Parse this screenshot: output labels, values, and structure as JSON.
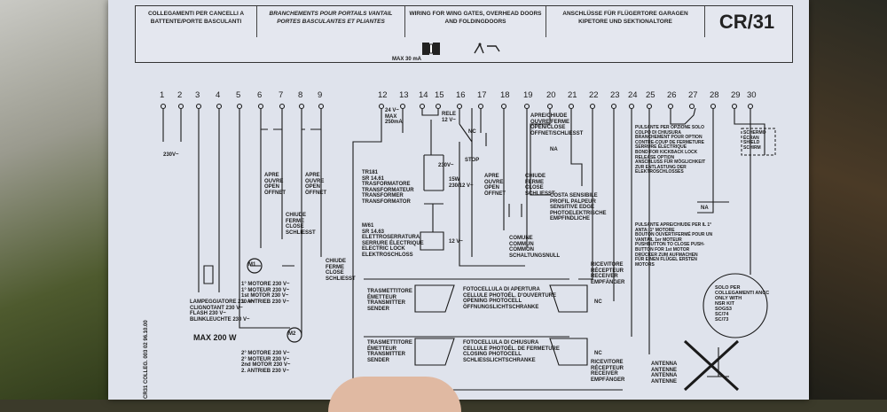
{
  "header": {
    "it": "COLLEGAMENTI PER CANCELLI A BATTENTE/PORTE BASCULANTI",
    "fr": "BRANCHEMENTS POUR PORTAILS VANTAIL PORTES BASCULANTES ET PLIANTES",
    "en": "WIRING FOR WING GATES, OVERHEAD DOORS AND FOLDINGDOORS",
    "de": "ANSCHLÜSSE FÜR FLÜGERTORE GARAGEN KIPETORE UND SEKTIONALTORE",
    "code": "CR/31"
  },
  "terminals": [
    "1",
    "2",
    "3",
    "4",
    "5",
    "6",
    "7",
    "8",
    "9",
    "12",
    "13",
    "14",
    "15",
    "16",
    "17",
    "18",
    "19",
    "20",
    "21",
    "22",
    "23",
    "24",
    "25",
    "26",
    "27",
    "28",
    "29",
    "30"
  ],
  "max_current": "MAX 30 mA",
  "labels": {
    "v230": "230V~",
    "lamp": "LAMPEGGIATORE 230 V~\nCLIGNOTANT 230 V~\nFLASH 230 V~\nBLINKLEUCHTE 230 V~",
    "max200": "MAX 200 W",
    "side": "CR31  COLLEG. 003 02    96.10.00",
    "apre1": "APRE\nOUVRE\nOPEN\nÖFFNET",
    "apre2": "APRE\nOUVRE\nOPEN\nÖFFNET",
    "chiude1": "CHIUDE\nFERME\nCLOSE\nSCHLIESST",
    "chiude2": "CHIUDE\nFERME\nCLOSE\nSCHLIESST",
    "motor1": "1° MOTORE 230 V~\n1° MOTEUR 230 V~\n1st MOTOR 230 V~\n1. ANTRIEB 230 V~",
    "motor2": "2° MOTORE 230 V~\n2° MOTEUR 230 V~\n2nd MOTOR 230 V~\n2. ANTRIEB 230 V~",
    "m1": "M1",
    "m2": "M2",
    "v24": "24 V~\nMAX\n250mA",
    "rele": "RELE\n12 V~",
    "v230b": "230V~",
    "w15": "15W\n230/12 V~",
    "trafo": "TR181\nSR 14.61\nTRASFORMATORE\nTRANSFORMATEUR\nTRANSFORMER\nTRANSFORMATOR",
    "lock": "M/61\nSR 14.63\nELETTROSERRATURA\nSERRURE ÉLECTRIQUE\nELECTRIC LOCK\nELEKTROSCHLOSS",
    "v12": "12 V~",
    "nc1": "NC",
    "stop": "STOP",
    "apre3": "APRE\nOUVRE\nOPEN\nÖFFNET",
    "chiude3": "CHIUDE\nFERME\nCLOSE\nSCHLIESST",
    "comune": "COMUNE\nCOMMUN\nCOMMON\nSCHALTUNGSNULL",
    "apre_chiude": "APRE/CHIUDE\nOUVRE/FERME\nOPEN/CLOSE\nÖFFNET/SCHLIESST",
    "na": "NA",
    "costa": "COSTA SENSIBILE\nPROFIL PALPEUR\nSENSITIVE EDGE\nPHOTOELEKTRISCHE\nEMPFINDLICHE",
    "ric1": "RICEVITORE\nRÉCEPTEUR\nRECEIVER\nEMPFÄNGER",
    "ric2": "RICEVITORE\nRÉCEPTEUR\nRECEIVER\nEMPFÄNGER",
    "tx1": "TRASMETTITORE\nÉMETTEUR\nTRANSMITTER\nSENDER",
    "tx2": "TRASMETTITORE\nÉMETTEUR\nTRANSMITTER\nSENDER",
    "foto1": "FOTOCELLULA DI APERTURA\nCELLULE PHOTOÉL. D'OUVERTURE\nOPENING PHOTOCELL\nÖFFNUNGSLICHTSCHRANKE",
    "foto2": "FOTOCELLULA DI CHIUSURA\nCELLULE PHOTOÉL. DE FERMETURE\nCLOSING PHOTOCELL\nSCHLIESSLICHTSCHRANKE",
    "nc2": "NC",
    "nc3": "NC",
    "pulsante": "PULSANTE PER OPZIONE SOLO\nCOLPO DI CHIUSURA\nBRANCHEMENT POUR OPTION\nCONTRE-COUP DE FERMETURE\nSERRURE ÉLECTRIQUE\nBOND FOR KICKBACK LOCK\nRELEASE OPTION\nANSCHLUSS FÜR MÖGLICHKEIT\nZUR ENTLASTUNG DER\nELEKTROSCHLOSSES",
    "na2": "NA",
    "schemo": "SCHERMO\nÉCRAN\nSHIELD\nSCHIRM",
    "pulsante2": "PULSANTE APRE/CHIUDE PER IL 1°\nANTA: 1° MOTORE\nBOUTON OUVERT/FERMÉ POUR UN\nVANTAIL 1er MOTEUR\nPUSHBUTTON TO CLOSE PUSH-\nBUTTON FOR 1st MOTOR\nDRÜCKER ZUM AUFMACHEN\nFÜR EINEN FLÜGEL ERSTEN\nMOTORS",
    "solo": "SOLO PER\nCOLLEGAMENTI ANCC\nONLY WITH\nNSR KIT\nSOGS3\nSC/74\nSC/73",
    "antenna": "ANTENNA\nANTENNE\nANTENNA\nANTENNE"
  }
}
